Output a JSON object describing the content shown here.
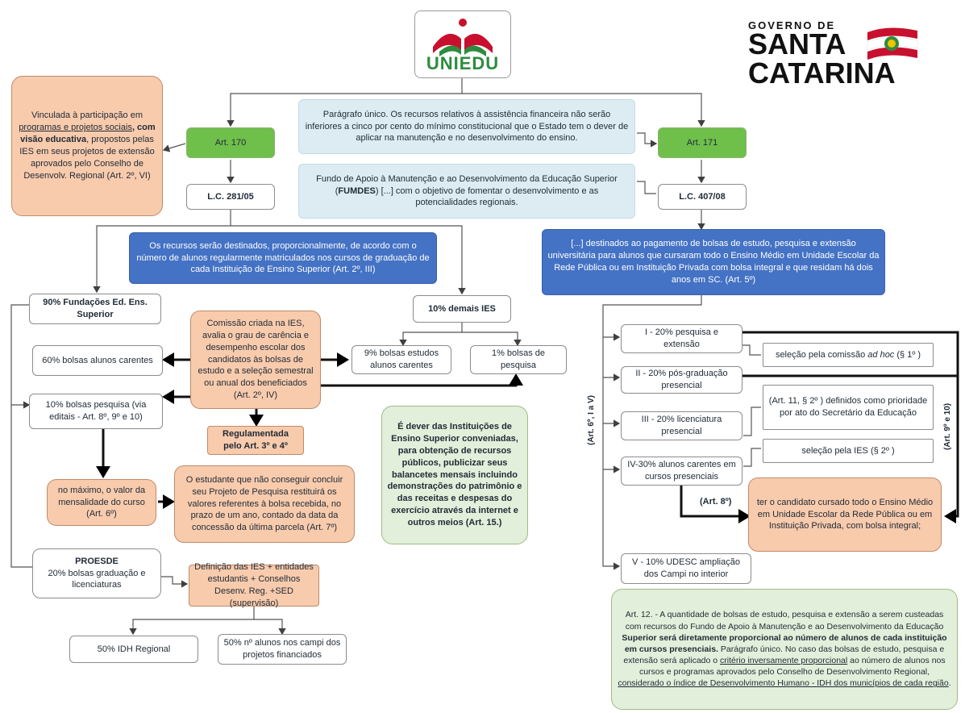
{
  "logos": {
    "uniedu": "UNIEDU",
    "gov_line1": "GOVERNO DE",
    "gov_line2": "SANTA",
    "gov_line3": "CATARINA"
  },
  "art170": "Art. 170",
  "art171": "Art. 171",
  "lc281": "L.C. 281/05",
  "lc407": "L.C. 407/08",
  "vinculada": {
    "p1": "Vinculada à participação em ",
    "p2": "programas e projetos sociais",
    "p3": ", com visão educativa",
    "p4": ", propostos pelas IES em seus projetos de extensão aprovados pelo Conselho de Desenvolv. Regional (Art. 2º, VI)"
  },
  "paragrafo_unico": "Parágrafo único. Os recursos relativos à assistência financeira não serão inferiores a cinco por cento do mínimo constitucional que o Estado tem o dever de aplicar na manutenção e no desenvolvimento do ensino.",
  "fundo": {
    "p1": "Fundo de Apoio à Manutenção e ao Desenvolvimento da Educação Superior (",
    "p2": "FUMDES",
    "p3": ") [...] com o objetivo de fomentar o desenvolvimento e as potencialidades regionais."
  },
  "recursos_destinados": "Os recursos serão destinados, proporcionalmente, de acordo com o número de alunos regularmente matriculados nos cursos de graduação de cada Instituição de Ensino Superior (Art. 2º, III)",
  "destinados_bolsas": "[...] destinados ao pagamento de bolsas de estudo, pesquisa e extensão universitária para alunos que cursaram todo o Ensino Médio em Unidade Escolar da Rede Pública ou em Instituição Privada com bolsa integral e que residam há dois anos em SC. (Art. 5º)",
  "fund90": "90% Fundações Ed. Ens. Superior",
  "demais10": "10% demais IES",
  "comissao": "Comissão criada na IES, avalia o grau de carência e desempenho escolar dos candidatos às bolsas de estudo e a seleção semestral ou anual dos beneficiados (Art. 2º, IV)",
  "b60": "60% bolsas alunos carentes",
  "b10": "10% bolsas pesquisa (via editais - Art. 8º, 9º e 10)",
  "b9": "9% bolsas estudos alunos carentes",
  "b1": "1% bolsas de pesquisa",
  "regulamentada": "Regulamentada pelo Art. 3º e 4º",
  "maximo": "no máximo, o valor da mensalidade do curso (Art. 6º)",
  "estudante": "O estudante que não conseguir concluir seu Projeto de Pesquisa restituirá os valores referentes à bolsa recebida, no prazo de um ano, contado da data da concessão da última parcela (Art. 7º)",
  "dever": "É dever das Instituições de Ensino Superior conveniadas, para obtenção de recursos públicos, publicizar seus balancetes mensais incluindo demonstrações do patrimônio e das receitas e despesas do exercício através da internet e outros meios (Art. 15.)",
  "proesde": {
    "title": "PROESDE",
    "text": "20% bolsas graduação e licenciaturas"
  },
  "definicao": "Definição das IES + entidades estudantis + Conselhos Desenv. Reg. +SED (supervisão)",
  "idh50": "50% IDH Regional",
  "alunos50": "50% nº alunos nos campi dos projetos financiados",
  "i20": "I - 20% pesquisa e extensão",
  "ii20": "II - 20% pós-graduação presencial",
  "iii20": "III - 20% licenciatura presencial",
  "iv30": "IV-30% alunos carentes em cursos presenciais",
  "v10": "V - 10% UDESC ampliação dos Campi no interior",
  "selecao_comissao": {
    "p1": "seleção pela comissão ",
    "p2": "ad hoc",
    "p3": " (§ 1º )"
  },
  "art11": "(Art. 11, § 2º ) definidos como prioridade por ato do Secretário da Educação",
  "selecao_ies": "seleção pela IES (§ 2º )",
  "ter_candidato": "ter o candidato cursado todo o Ensino Médio em Unidade Escolar da Rede Pública ou em Instituição Privada, com bolsa integral;",
  "art8_label": "(Art. 8º)",
  "vlabel_left": "(Art. 6º, I a V)",
  "vlabel_right": "(Art. 9º e 10)",
  "art12": {
    "p1": "Art. 12. - A quantidade de bolsas de estudo, pesquisa e extensão a serem custeadas com recursos do Fundo de Apoio à Manutenção e ao Desenvolvimento da Educação ",
    "p2": "Superior será diretamente proporcional ao número de alunos de cada instituição em cursos presenciais.",
    "p3": " Parágrafo único. No caso das bolsas de estudo, pesquisa e extensão será aplicado o ",
    "p4": "critério inversamente proporcional",
    "p5": " ao número de alunos nos cursos e programas aprovados pelo Conselho de Desenvolvimento Regional, ",
    "p6": "considerado o índice de Desenvolvimento Humano - IDH dos municípios de cada região",
    "p7": "."
  },
  "colors": {
    "green": "#6fbf4b",
    "lightblue": "#dcecf2",
    "blue": "#4472c4",
    "peach": "#f8cbad",
    "lightgreen": "#e2efda",
    "brand_red": "#c8102e",
    "brand_green": "#2e8b3e"
  }
}
